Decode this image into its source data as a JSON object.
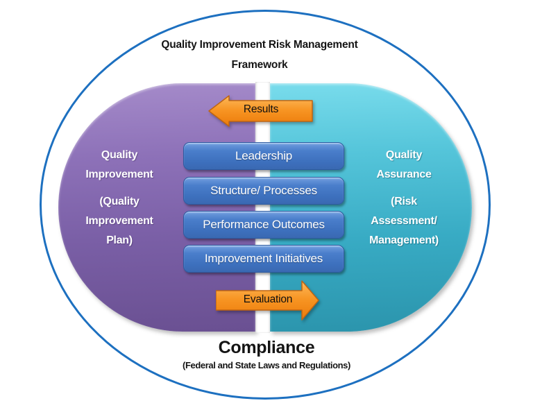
{
  "title": {
    "line1": "Quality Improvement Risk Management",
    "line2": "Framework"
  },
  "left_panel": {
    "primary": "Quality Improvement",
    "secondary": "(Quality Improvement Plan)"
  },
  "right_panel": {
    "primary": "Quality Assurance",
    "secondary": "(Risk Assessment/ Management)"
  },
  "center_items": [
    "Leadership",
    "Structure/ Processes",
    "Performance Outcomes",
    "Improvement Initiatives"
  ],
  "arrows": {
    "top": "Results",
    "bottom": "Evaluation"
  },
  "footer": {
    "title": "Compliance",
    "subtitle": "(Federal and State Laws and Regulations)"
  },
  "colors": {
    "ellipse_stroke": "#1d70c0",
    "purple_panel": "#7a5fa6",
    "teal_panel": "#38abc4",
    "button_blue": "#3d70bd",
    "arrow_orange": "#f79422",
    "text_dark": "#141414",
    "text_light": "#ffffff"
  }
}
